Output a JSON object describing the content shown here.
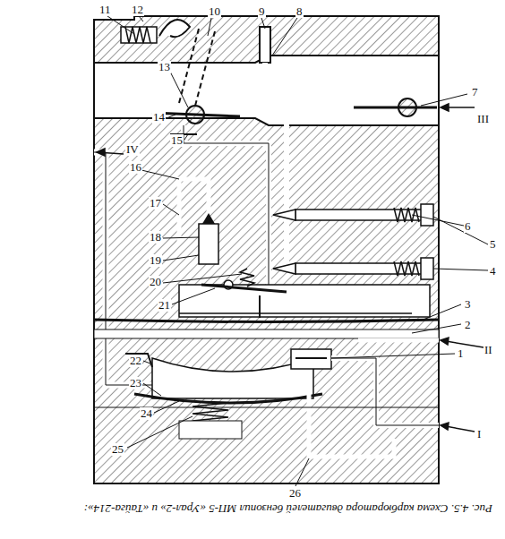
{
  "diagram": {
    "caption": "Рис. 4.5. Схема карбюратора двигателей бензопил МП-5 «Урал-2» и «Тайга-214»:",
    "labels": [
      "1",
      "2",
      "3",
      "4",
      "5",
      "6",
      "7",
      "8",
      "9",
      "10",
      "11",
      "12",
      "13",
      "14",
      "15",
      "16",
      "17",
      "18",
      "19",
      "20",
      "21",
      "22",
      "23",
      "24",
      "25",
      "26",
      "I",
      "II",
      "III",
      "IV"
    ]
  }
}
